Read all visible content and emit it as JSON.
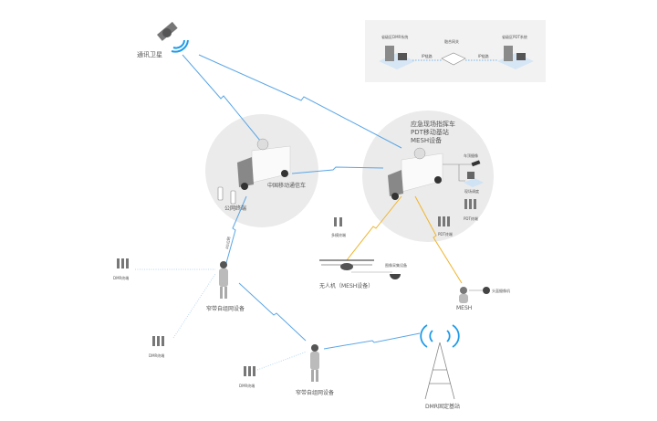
{
  "colors": {
    "satellite_link": "#5aa6e6",
    "mesh_link": "#f0b429",
    "circle": "#ebebeb",
    "panel": "#f2f2f2",
    "signal": "#1e9be8"
  },
  "top_panel": {
    "left_system": "省级区DMR系统",
    "gateway": "融合网关",
    "ip_link_left": "IP链路",
    "ip_link_right": "IP链路",
    "right_system": "省级区PDT系统"
  },
  "satellite": {
    "label": "通讯卫星"
  },
  "mobile_vehicle": {
    "label": "中国移动通信车",
    "terminals": "公网终端",
    "network": "4G公网"
  },
  "command_vehicle": {
    "title_line1": "应急现场指挥车",
    "title_line2": "PDT移动基站",
    "title_line3": "MESH设备",
    "roof_camera": "车顶摄像",
    "dispatch": "现场调度",
    "pdt_terminal_1": "PDT终端",
    "pdt_terminal_2": "PDT终端"
  },
  "multimode": {
    "label": "多模终端"
  },
  "drone": {
    "label": "无人机（MESH设备）",
    "camera": "图像采集设备"
  },
  "mesh_person": {
    "label": "MESH",
    "helmet_camera": "头盔摄像机"
  },
  "narrowband_1": {
    "label": "窄带自组网设备",
    "dmr_a": "DMR终端",
    "dmr_b": "DMR终端"
  },
  "narrowband_2": {
    "label": "窄带自组网设备",
    "dmr": "DMR终端"
  },
  "base_station": {
    "label": "DMR固定基站"
  }
}
